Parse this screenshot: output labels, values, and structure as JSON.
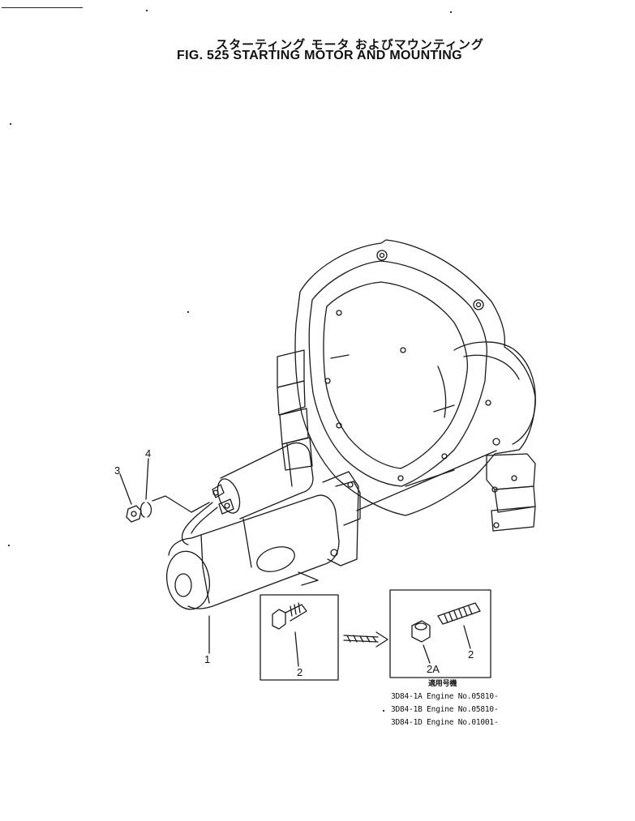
{
  "figure": {
    "title_jp": "スターティング モータ およびマウンティング",
    "title_en": "FIG. 525  STARTING MOTOR AND MOUNTING"
  },
  "callouts": {
    "starter": "1",
    "bolt": "2",
    "bolt_alt": "2",
    "nut_alt": "2A",
    "nut": "3",
    "washer": "4"
  },
  "applicability": {
    "header": "適用号機",
    "rows": [
      "3D84-1A Engine No.05810-",
      "3D84-1B Engine No.05810-",
      "3D84-1D Engine No.01001-"
    ]
  }
}
